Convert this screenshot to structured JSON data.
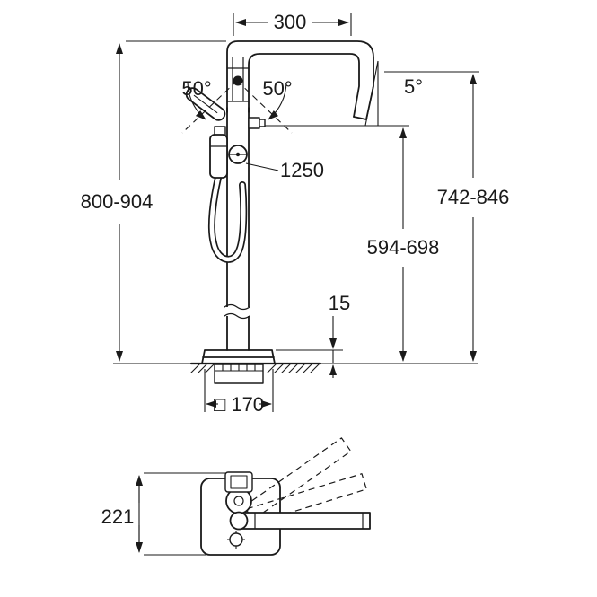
{
  "drawing": {
    "background": "#ffffff",
    "line_color": "#1a1a1a",
    "front_view": {
      "spout_reach": "300",
      "swivel_left": "50°",
      "swivel_right": "50°",
      "spout_angle": "5°",
      "hose_length": "1250",
      "height_total": "800-904",
      "height_outlet": "742-846",
      "height_shower": "594-698",
      "base_thickness": "15",
      "base_size": "□ 170"
    },
    "plan_view": {
      "depth": "221"
    }
  }
}
